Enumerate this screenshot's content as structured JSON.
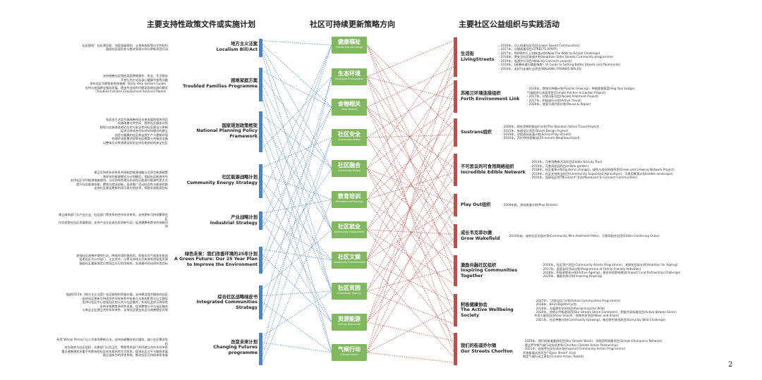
{
  "headers": {
    "left": "主要支持性政策文件或实施计划",
    "middle": "社区可持续更新策略方向",
    "right": "主要社区公益组织与实践活动"
  },
  "colors": {
    "left_bar": "#4a84c9",
    "middle_box": "#80b95d",
    "right_bar": "#c74a45"
  },
  "page_number": "2",
  "left": [
    {
      "name": "地方主义法案\nLocalism Bill/Act",
      "desc": "社区赋权：社区建设权、邻里发展规划、土地贵族权等自生性权利\n鼓励社区居民参与推进实现计划与更新项目行动"
    },
    {
      "name": "困难家庭方案\nTroubled Families Programme",
      "desc": "支持改善社区困扰家庭教育操作、失业、生活困苦\n· 不良行为方式及身心健康予依等问题\n发布社区早期帮助系统指南（Early Help System Guide）\n支持与加强就业服务发展，提出专业化的问题家庭就业顾问模式\n（Troubled Families Employment Advisors Model）"
    },
    {
      "name": "国家规划政策框架\nNational Planning Policy Framework",
      "desc": "社区由主决定开展改善社区未来发展的相关项目\n实施改善公共空间、提供社区服务计划\n规划与实施改进就近住宅与安全性的社区建设与更新\n促进可持续合作伙伴伙伴模式的建立\n创造与健康的社区和自我生产与食物环境\n合理优化配置学校等社区教育公共服务设施\n以整体方式考虑建设风险支持功能良好的安全社区"
    },
    {
      "name": "社区能源战略计划\nCommunity Energy Strategy",
      "desc": "建立可持续伙伴关系共同制定能源战略与可再生能源政策\n· 多样化的能源模式与计划模式，发起社区能源合作\n支持社区节约能源措施使用，以可持续性理念形成社区能源与能源利用方式\n提升社区能源技能，教育与就业创新，促进推广活动社会性与能源实践\n支持社区建设更新利用可再生热技术，帮助实现能源目标"
    },
    {
      "name": "产业战略计划\nIndustrial Strategy",
      "desc": "建立政府部门与产业企业、社区部门等关系的合作伙伴关系，支持更有可持续繁荣社区\n应对老龄化社区发展挑战，支持产业企业或社区创新行动，促进健康老龄化的创新活动"
    },
    {
      "name": "绿色未来：我们改善环境的25年计划\nA Green Future: Our 25 Year Plan\nto Improve the Environment",
      "desc": "加强社区改善环境的行动，降低环境危害风险，积极应对气候变化挑战\n促进社区与公共部门、企业合作，以更可持续方式有效利用各类资源\n鼓励社区重复使用日常用品与可利用材料，实现循环优化再利用目标"
    },
    {
      "name": "综合社区战略绿皮书\nIntegrated Communities\nStrategy",
      "desc": "强调2011年《地方主义法案》社区赋权的积极价值，支持建设强大融合的社区\n· 促进社区更新可持续合作伙伴关系中各参与主体的职责与分工建设\n支持以社区中心加强社区的公共与社会融合，实现社会的可持续性\n支持学校教育多样性发展，促进教育公平与社区融合\n与商业企业建立合作伙伴关系，支持社区就业机会与改善就业环境"
    },
    {
      "name": "改变未来计划\nChanging Futures\nprogramme",
      "desc": "采用\"Whole Person\"以人为本的更新方法，支持协调整合地方服务，减少社区需求危机\n地方政府与社区组织、志愿部门以及卫生、警察等多部门共同建立合作伙伴关系\n重点改善困扰多重不利影响的社区成年居民的生活状态，促进社区公平与融合发展\n建立强有力的评估系统，推动社区可持续体系发展"
    }
  ],
  "middle": [
    {
      "cn": "健康福祉",
      "en": "(Health and well-being)"
    },
    {
      "cn": "生态环境",
      "en": "(Ecological Environment)"
    },
    {
      "cn": "食物相关",
      "en": "(Food Related)"
    },
    {
      "cn": "社区安全",
      "en": "(Community Safety)"
    },
    {
      "cn": "社区融合",
      "en": "(Community Fusion)"
    },
    {
      "cn": "教育培训",
      "en": "(Education and Training)"
    },
    {
      "cn": "社区就业",
      "en": "(Community Employment)"
    },
    {
      "cn": "社区文娱",
      "en": "(Community Entertainment)"
    },
    {
      "cn": "社区贫困",
      "en": "(Community Poverty)"
    },
    {
      "cn": "资源能源",
      "en": "(Energy Resources)"
    },
    {
      "cn": "气候行动",
      "en": "(Climate Action)"
    }
  ],
  "right": [
    {
      "name": "生活街\nLivingStreets",
      "desc": "· 2010年，引入低速社区项目(Lower Speed Communities)\n· 2017年，分隔街道项目(STREETS APART)\n· 2017年，WOW步行上学挑战计划(Wow-The Walk to School Challenge)\n· 2018年，更安全社区街道计划(Healthier Safer Streets Community programme)\n· 2019年，连通步行项目(Walking Connects project)\n· 2019年，《改善街道与路面指南》(A Guide to Getting Better Streets and Pavements)\n· 2020年，友好行走威尔士项目(WALKING FRIENDS WALES)"
    },
    {
      "name": "苏格兰环境连接组织\nForth Environment Link",
      "desc": "· 2016年，食物与种植计划(Food & Growing)：种植蔬食蔬菜(Veg Your Ledge)、\n气候厨房与花园项目(Climate Kitchen & Garden Project)\n· 2017年，口袋分配项目(Pocket Allotment Project)\n· 2017年，积极出行计划(Active Travel)\n· 2020年，修复与再利用计划(Reuse & Repair)"
    },
    {
      "name": "Sustrans组织",
      "desc": "· 2009年，斯托克顿积极出行计划(The Stockton Active Travel Project)\n· 2015年，街道设计项目(Street Design Project)\n· 2019年，学校游玩街道计划(School Play Streets)\n· 2020年，20分钟邻里概念(20-minute Neighbourhood)"
    },
    {
      "name": "不可思议的可食用网络组织\nIncredible Edible Network",
      "desc": "· 2014年，可食用教育活动项目(Edible Activity Trail)\n· 2015年，可食用花园项目(edible garden)\n· 2018年，社区变革计划(Systems change)，绿色与成长网络项目(Green and Growing Network Project)\n· 2019年，社区支持农业项目(Community Supported Agriculture)、可食用景观计划(edible landscape)\n· 2020年，连接社区的“Moreland”活动(MoreLand To Connect Communities)"
    },
    {
      "name": "Play Out组织",
      "desc": "· 2009年始，游玩街道计划(Play Streets)"
    },
    {
      "name": "成长韦克菲尔德\nGrow Wakefield",
      "desc": "· 2010年始，迷你社区花园计划(Community Mini Allotment Plots)、可食用园艺社团(Edible Gardening Clubs)"
    },
    {
      "name": "激励共融社区组织\nInspiring Communities Together",
      "desc": "· 2016年，社区资产项目(Community Assets Programme)、老龄化目标计划(Ambition for Ageing)\n· 2017年，家庭友好活动计划(Programme of Family Friendly Activities)\n· 2018年，积极老龄化计划(Active Ageing)，基金伙伴影响挑战(Impact Fund Partnership Challenge)\n· 2020年，激励住房计划(Inspiring Housing)"
    },
    {
      "name": "积极健康协会\nThe Active Wellbeing Society",
      "desc": "· 2017年，“活跃社区”计划(Active Communities Programme)\n· 2018年，BrumTogether计划\n· 2019年，开展野生空间项目(Reclaiming the Wild)\n· 2020年，你的公共街道项目(Our Streets Share Commons)、积极共享街道项目(Active Streets Share)\n共享小屋项目(Share Shack)、衣物共享项目(Wear and Share)\n· 2021年，社区种植计划(Community Growing)、每日野生挑战项目(Everyday Wild Challenge)"
    },
    {
      "name": "我们的街道乔尔顿\nOur Streets Chorlton",
      "desc": "· 2020年，我们的街道漫游项目(Our Streets Wash)、学校冠军网络项目(School Champions Network)\n· 建立乔尔顿气候行动伙伴关系(Chorlton Climate Action Partnership)\n· 2021年，启发性社区行动计划(Inspired Community Action Programme)\n开放街道试验项目(\"Open Street\" trial)\n制定气候行动工具包(Climate Action Toolkit)"
    }
  ]
}
